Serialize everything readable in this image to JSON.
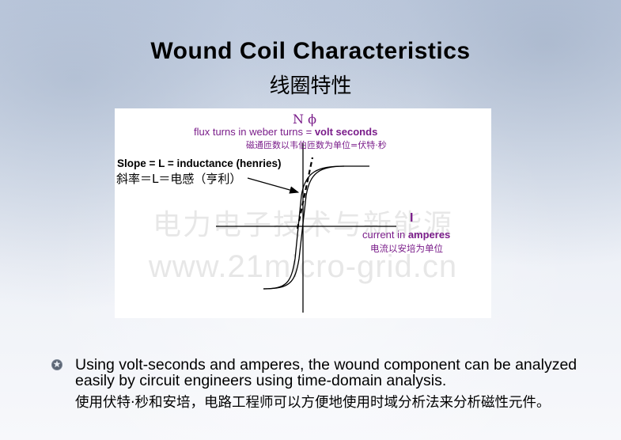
{
  "slide": {
    "title": "Wound Coil Characteristics",
    "subtitle": "线圈特性"
  },
  "diagram": {
    "y_axis_symbol": "N ϕ",
    "flux_label_prefix": "flux turns in weber turns  =  ",
    "flux_label_bold": "volt seconds",
    "flux_label_cn": "磁通匝数以韦伯匝数为单位=伏特·秒",
    "slope_label": "Slope = L = inductance (henries)",
    "slope_label_cn": "斜率＝L＝电感（亨利）",
    "x_axis_symbol": "I",
    "current_label_prefix": "current in ",
    "current_label_bold": "amperes",
    "current_label_cn": "电流以安培为单位",
    "watermark_cn": "电力电子技术与新能源",
    "watermark_url": "www.21micro-grid.cn",
    "label_color": "#7a1d8a"
  },
  "bullet": {
    "icon": "bullet-gear-icon",
    "text_en": "Using volt-seconds and amperes, the wound component can be analyzed easily by circuit engineers using time-domain analysis.",
    "text_cn": "使用伏特·秒和安培，电路工程师可以方便地使用时域分析法来分析磁性元件。"
  }
}
